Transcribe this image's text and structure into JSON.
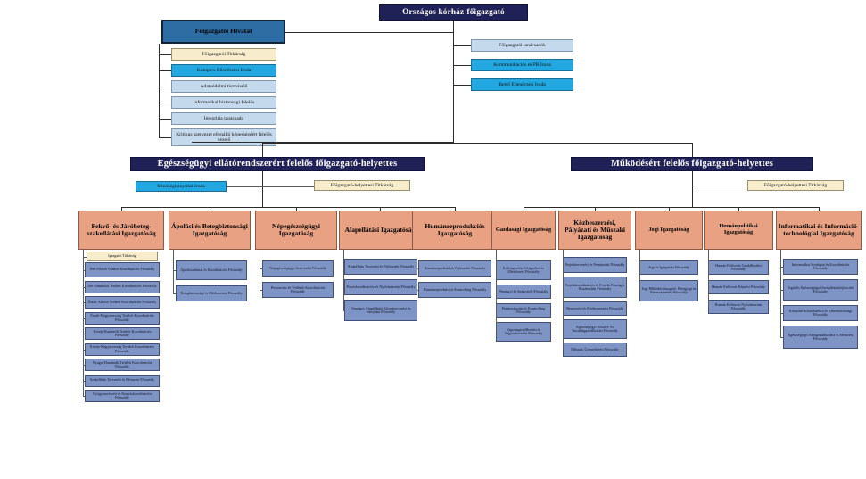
{
  "chart_meta": {
    "type": "organizational-chart",
    "language": "hu",
    "corner_mark": "\""
  },
  "top": {
    "root": "Országos kórház-főigazgató",
    "office": "Főigazgatói  Hivatal",
    "root_staff": [
      {
        "label": "Főigazgatói tanácsadók",
        "style": "paleblue"
      },
      {
        "label": "Kommunikációs és PR Iroda",
        "style": "cyan"
      },
      {
        "label": "Belső Ellenőrzési Iroda",
        "style": "cyan"
      }
    ],
    "office_staff": [
      {
        "label": "Főigazgatói Titkárság",
        "style": "cream"
      },
      {
        "label": "Komplex Ellenőrzési Iroda",
        "style": "cyan"
      },
      {
        "label": "Adatvédelmi tisztviselő",
        "style": "paleblue"
      },
      {
        "label": "Informatikai biztonsági felelős",
        "style": "paleblue"
      },
      {
        "label": "Integritás tanácsadó",
        "style": "paleblue"
      },
      {
        "label": "Kritikus szervezet ellenálló képességéért felelős vezető",
        "style": "paleblue"
      }
    ]
  },
  "deputies": [
    {
      "id": "health",
      "title": "Egészségügyi  ellátórendszerért  felelős főigazgató-helyettes",
      "left_office": "Minőségirányítási Iroda",
      "secretariat": "Főigazgató-helyettesi Titkárság",
      "directorates": [
        {
          "name": "Fekvő-  és Járóbeteg-szakellátási Igazgatóság",
          "secretariat": "Igazgatói Titkárság",
          "departments": [
            "Dél-Alföldi Területi Koordinációs Főosztály",
            "Dél-Dunántúli Területi Koordinációs Főosztály",
            "Észak-Alföldi  Területi Koordinációs Főosztály",
            "Észak-Magyarország Területi Koordinációs Főosztály",
            "Közép-Dunántúli Területi Koordinációs Főosztály",
            "Közép-Magyarország Területi Koordinációs Főosztály",
            "Nyugat-Dunántúli Területi Koordinációs Főosztály",
            "Szakellátás Tervezési és Elemzési Főosztály",
            "Gyógyszerészeti és Kutatáskoordinációs  Főosztály"
          ]
        },
        {
          "name": "Ápolási  és Betegbiztonsági Igazgatóság",
          "departments": [
            "Ápolásszakmai és Koordinációs Főosztály",
            "Betegbiztonsági és Módszertani Főosztály"
          ]
        },
        {
          "name": "Népegészségügyi Igazgatóság",
          "departments": [
            "Népegészségügyi Szervezési Főosztály",
            "Prevenciós és  Védőnői Koordinációs Főosztály"
          ]
        },
        {
          "name": "Alapellátási Igazgatóság",
          "departments": [
            "Alapellátás Tervezési és Fejlesztési Főosztály",
            "Praxiskoordinációs és Nyilvántartási Főosztály",
            "Országos Alapellátási Körzettervezési és Irányítási Főosztály"
          ]
        },
        {
          "name": "Humánreprodukciós Igazgatóság",
          "departments": [
            "Humánreprodukciós Fejlesztési Főosztály",
            "Humánreprodukciós Kontrolling Főosztály"
          ]
        }
      ]
    },
    {
      "id": "operations",
      "title": "Működésért felelős főigazgató-helyettes",
      "secretariat": "Főigazgató-helyettesi Titkárság",
      "directorates": [
        {
          "name": "Gazdasági Igazgatóság",
          "departments": [
            "Költségvetési Felügyeleti és Ellenőrzési Főosztály",
            "Pénzügyi és Számviteli Főosztály",
            "Finanszírozási és Kontrolling Főosztály",
            "Vagyongazdálkodási és Vagyonkezelési Főosztály"
          ]
        },
        {
          "name": "Közbeszerzési, Pályázati és Műszaki Igazgatóság",
          "departments": [
            "Projekttervezési és Fenntartási Főosztály",
            "Projektkoordinációs és Projekt Pénzügyi Elszámolási Főosztály",
            "Beszerzési és Közbeszerzési Főosztály",
            "Egészségügyi Készlet- és Tartalékgazdálkodási Főosztály",
            "Műszaki Üzemeltetési Főosztály"
          ]
        },
        {
          "name": "Jogi Igazgatóság",
          "departments": [
            "Jogi és Igazgatási Főosztály",
            "Jogi Működéstámogató, Betegjogi és Panaszkezelési Főosztály"
          ]
        },
        {
          "name": "Humánpolitikai Igazgatóság",
          "departments": [
            "Humán Erőforrás Gazdálkodási Főosztály",
            "Humán Erőforrás Képzési Főosztály",
            "Humán Erőforrás Nyilvántartási Főosztály"
          ]
        },
        {
          "name": "Informatikai és Információ-technológiai Igazgatóság",
          "departments": [
            "Informatikai Stratégiai és Koordinációs Főosztály",
            "Digitális Egészségügyi Szolgáltatásfejlesztési Főosztály",
            "Központi Infrastruktúra és Kiberbiztonsági Főosztály",
            "Egészségügyi Adatgazdálkodási és Elemzési Főosztály"
          ]
        }
      ]
    }
  ]
}
